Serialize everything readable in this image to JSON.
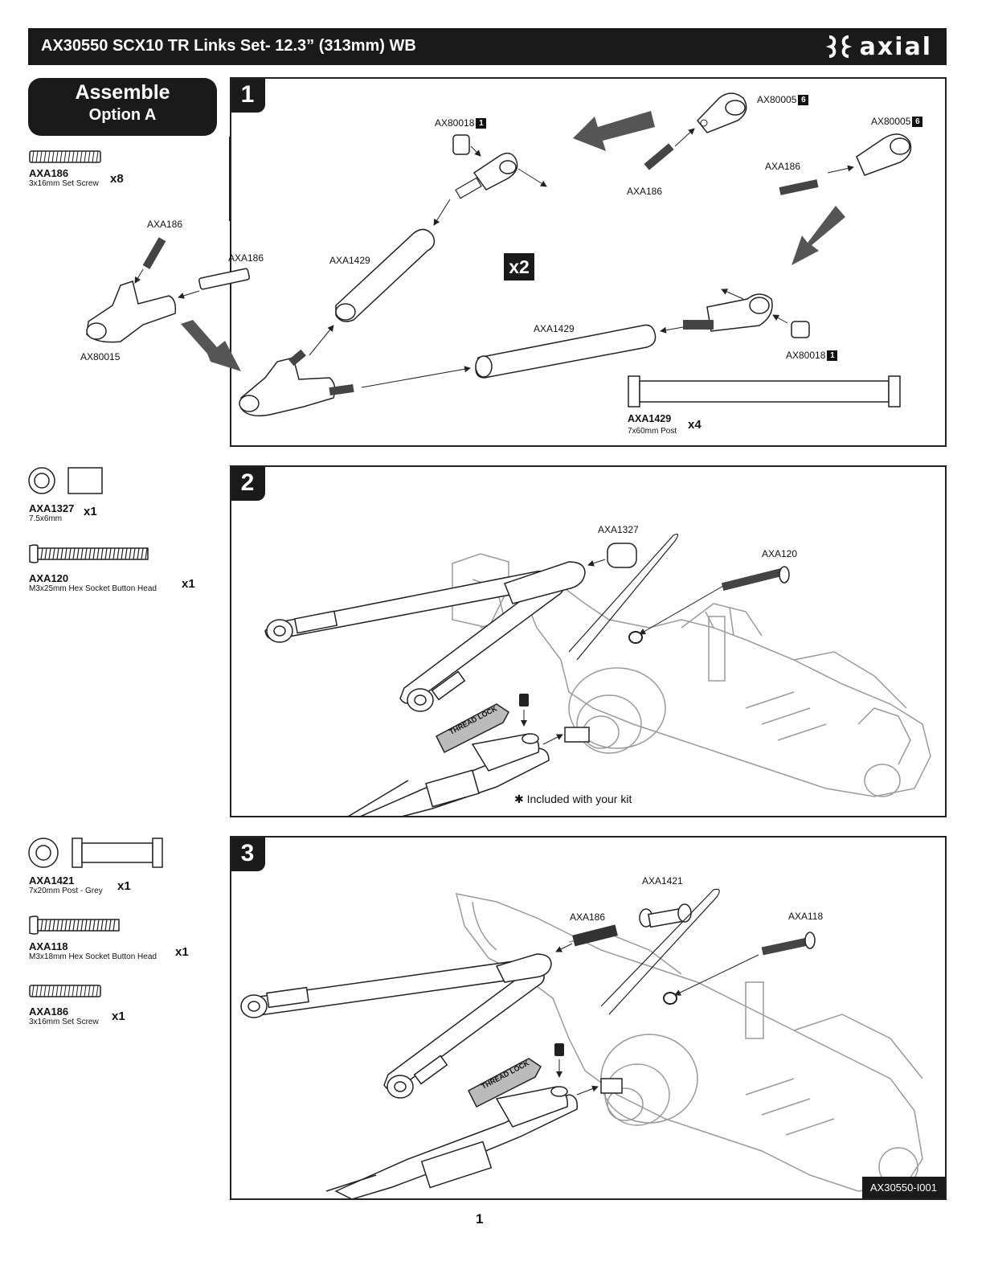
{
  "header": {
    "title": "AX30550 SCX10 TR Links Set- 12.3” (313mm) WB",
    "brand": "axial"
  },
  "assemble": {
    "line1": "Assemble",
    "line2": "Option A"
  },
  "sidebar": {
    "part1": {
      "code": "AXA186",
      "desc": "3x16mm Set Screw",
      "qty": "x8"
    },
    "part2": {
      "code": "AXA1327",
      "desc": "7.5x6mm",
      "qty": "x1"
    },
    "part3": {
      "code": "AXA120",
      "desc": "M3x25mm Hex Socket Button Head",
      "qty": "x1"
    },
    "part4": {
      "code": "AXA1421",
      "desc": "7x20mm Post - Grey",
      "qty": "x1"
    },
    "part5": {
      "code": "AXA118",
      "desc": "M3x18mm Hex Socket Button Head",
      "qty": "x1"
    },
    "part6": {
      "code": "AXA186",
      "desc": "3x16mm Set Screw",
      "qty": "x1"
    }
  },
  "step1": {
    "number": "1",
    "labels": {
      "ax80018_top": "AX80018",
      "ax80018_top_box": "1",
      "ax80005_a": "AX80005",
      "ax80005_a_box": "6",
      "ax80005_b": "AX80005",
      "ax80005_b_box": "6",
      "axa186_a": "AXA186",
      "axa186_b": "AXA186",
      "axa186_c": "AXA186",
      "axa186_d": "AXA186",
      "axa1429_a": "AXA1429",
      "axa1429_b": "AXA1429",
      "ax80015": "AX80015",
      "ax80018_bottom": "AX80018",
      "ax80018_bottom_box": "1"
    },
    "multiplier": "x2",
    "post": {
      "code": "AXA1429",
      "desc": "7x60mm Post",
      "qty": "x4"
    }
  },
  "step2": {
    "number": "2",
    "labels": {
      "axa1327": "AXA1327",
      "axa120": "AXA120",
      "thread_lock": "THREAD LOCK"
    },
    "note": "Included with your kit"
  },
  "step3": {
    "number": "3",
    "labels": {
      "axa1421": "AXA1421",
      "axa186": "AXA186",
      "axa118": "AXA118",
      "thread_lock": "THREAD LOCK"
    },
    "diagram_id": "AX30550-I001"
  },
  "footer": {
    "page_number": "1"
  }
}
